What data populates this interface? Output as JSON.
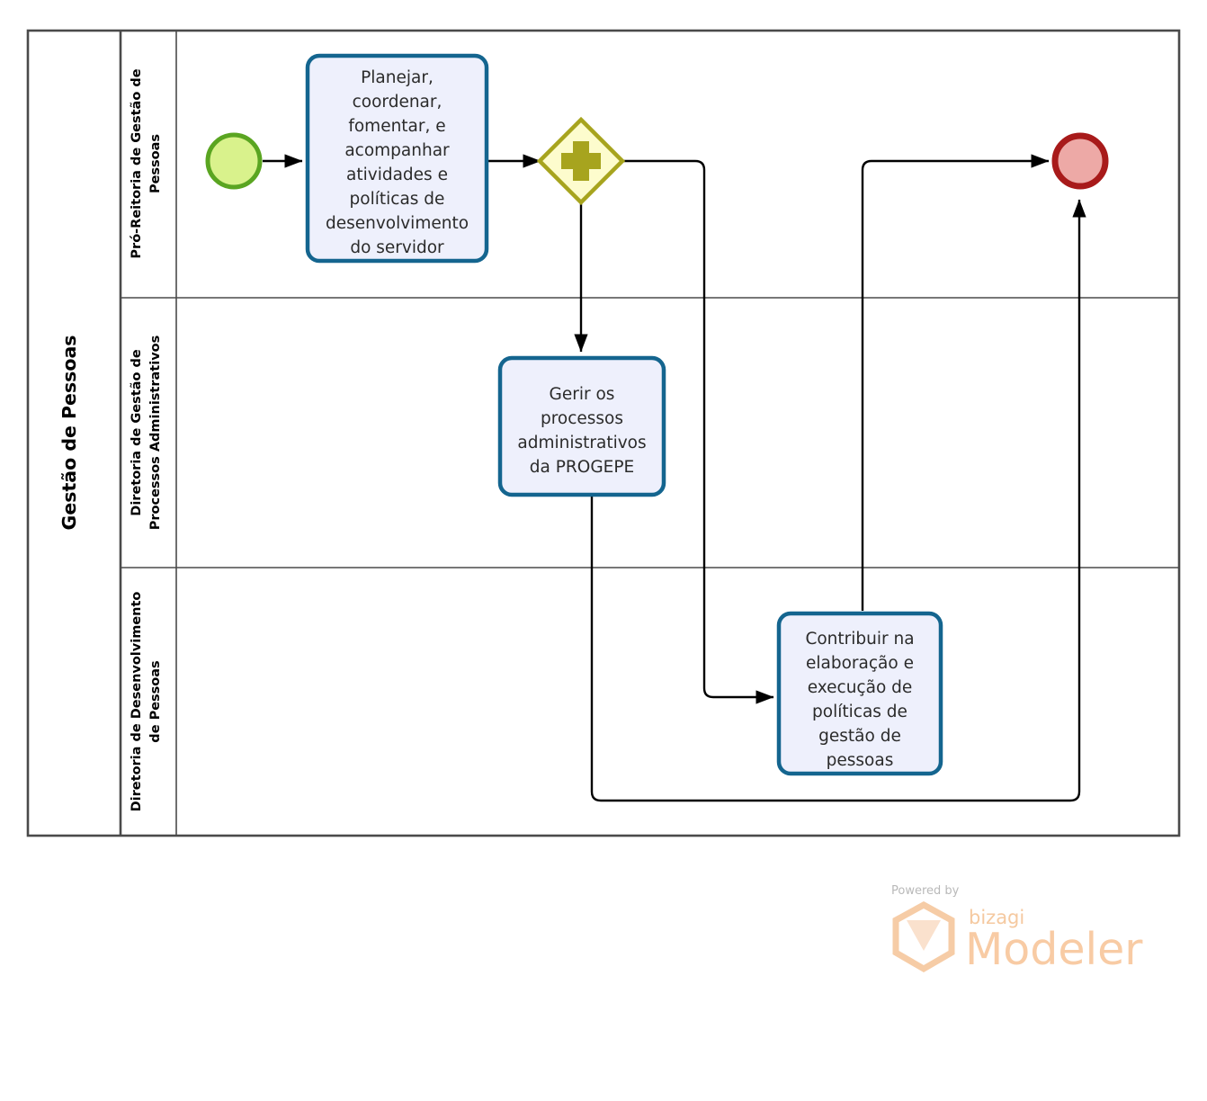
{
  "diagram": {
    "type": "bpmn-process-diagram",
    "pool": {
      "name": "pool-gestao-de-pessoas",
      "label": "Gestão de Pessoas"
    },
    "lanes": [
      {
        "id": "lane-1",
        "label": "Pró-Reitoria de Gestão de Pessoas"
      },
      {
        "id": "lane-2",
        "label": "Diretoria de Gestão de Processos Administrativos"
      },
      {
        "id": "lane-3",
        "label": "Diretoria de Desenvolvimento de Pessoas"
      }
    ],
    "events": [
      {
        "id": "start-event",
        "kind": "start",
        "label": "",
        "fill": "#d9f28c",
        "stroke": "#5aa521"
      },
      {
        "id": "end-event",
        "kind": "end",
        "label": "",
        "fill": "#eda9a6",
        "stroke": "#a81a1a"
      }
    ],
    "gateways": [
      {
        "id": "parallel-gateway",
        "kind": "parallel",
        "symbol": "+",
        "label": "",
        "fill": "#fdfccd",
        "stroke": "#a7a41e"
      }
    ],
    "tasks": [
      {
        "id": "task-planejar",
        "lane": "lane-1",
        "lines": [
          "Planejar,",
          "coordenar,",
          "fomentar, e",
          "acompanhar",
          "atividades e",
          "políticas de",
          "desenvolvimento",
          "do servidor"
        ],
        "fill": "#eef0fc",
        "stroke": "#14658f"
      },
      {
        "id": "task-gerir-processos",
        "lane": "lane-2",
        "lines": [
          "Gerir os",
          "processos",
          "administrativos",
          "da PROGEPE"
        ],
        "fill": "#eef0fc",
        "stroke": "#14658f"
      },
      {
        "id": "task-contribuir",
        "lane": "lane-3",
        "lines": [
          "Contribuir na",
          "elaboração e",
          "execução de",
          "políticas de",
          "gestão de",
          "pessoas"
        ],
        "fill": "#eef0fc",
        "stroke": "#14658f"
      }
    ],
    "flows": [
      {
        "id": "flow-start-to-planejar",
        "from": "start-event",
        "to": "task-planejar",
        "label": ""
      },
      {
        "id": "flow-planejar-to-gateway",
        "from": "task-planejar",
        "to": "parallel-gateway",
        "label": ""
      },
      {
        "id": "flow-gateway-to-gerir",
        "from": "parallel-gateway",
        "to": "task-gerir-processos",
        "label": ""
      },
      {
        "id": "flow-gateway-to-contribuir",
        "from": "parallel-gateway",
        "to": "task-contribuir",
        "label": ""
      },
      {
        "id": "flow-contribuir-to-end",
        "from": "task-contribuir",
        "to": "end-event",
        "label": ""
      },
      {
        "id": "flow-gerir-to-end",
        "from": "task-gerir-processos",
        "to": "end-event",
        "label": ""
      }
    ]
  },
  "watermark": {
    "powered_by": "Powered by",
    "brand": "bizagi",
    "product": "Modeler"
  }
}
